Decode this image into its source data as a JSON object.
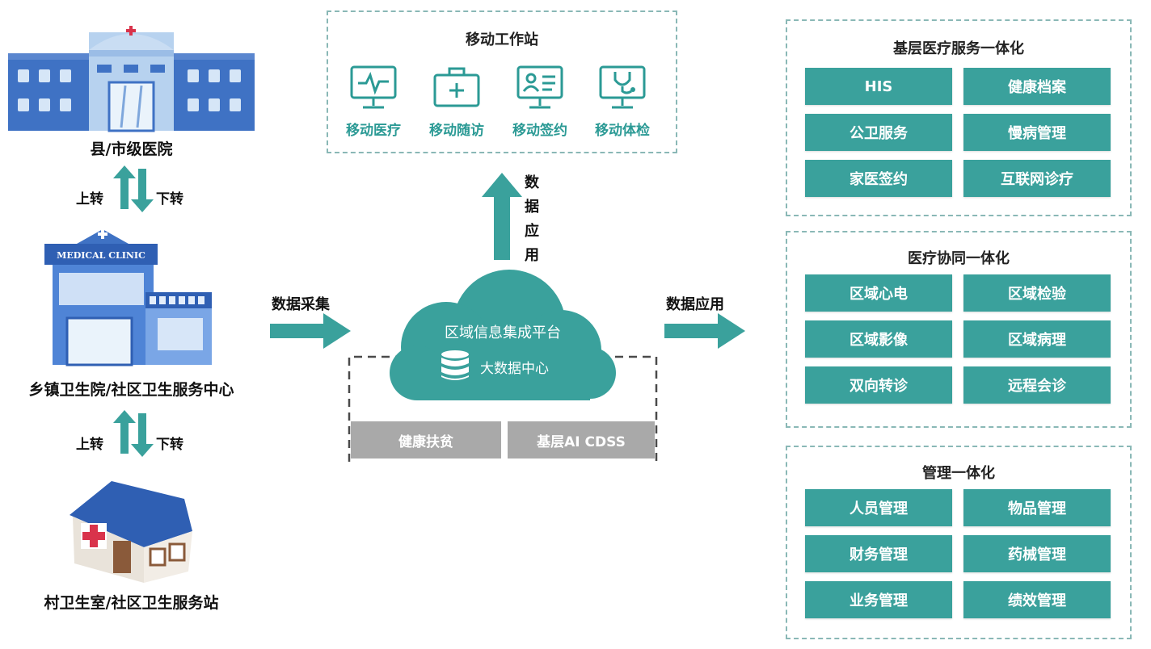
{
  "left": {
    "county_hospital": "县/市级医院",
    "township": "乡镇卫生院/社区卫生服务中心",
    "village": "村卫生室/社区卫生服务站",
    "up_1": "上转",
    "down_1": "下转",
    "up_2": "上转",
    "down_2": "下转",
    "clinic_sign": "MEDICAL CLINIC"
  },
  "mobile": {
    "title": "移动工作站",
    "items": [
      "移动医疗",
      "移动随访",
      "移动签约",
      "移动体检"
    ]
  },
  "center": {
    "vertical_label": [
      "数",
      "据",
      "应",
      "用"
    ],
    "collect_label": "数据采集",
    "apply_label": "数据应用",
    "cloud_title": "区域信息集成平台",
    "bigdata": "大数据中心",
    "poverty": "健康扶贫",
    "cdss": "基层AI  CDSS"
  },
  "groups": [
    {
      "title": "基层医疗服务一体化",
      "tiles": [
        "HIS",
        "健康档案",
        "公卫服务",
        "慢病管理",
        "家医签约",
        "互联网诊疗"
      ]
    },
    {
      "title": "医疗协同一体化",
      "tiles": [
        "区域心电",
        "区域检验",
        "区域影像",
        "区域病理",
        "双向转诊",
        "远程会诊"
      ]
    },
    {
      "title": "管理一体化",
      "tiles": [
        "人员管理",
        "物品管理",
        "财务管理",
        "药械管理",
        "业务管理",
        "绩效管理"
      ]
    }
  ],
  "colors": {
    "teal": "#3aa19c",
    "dash": "#8ab8b6",
    "gray": "#a9a9a9",
    "building_blue": "#3f72c4"
  }
}
